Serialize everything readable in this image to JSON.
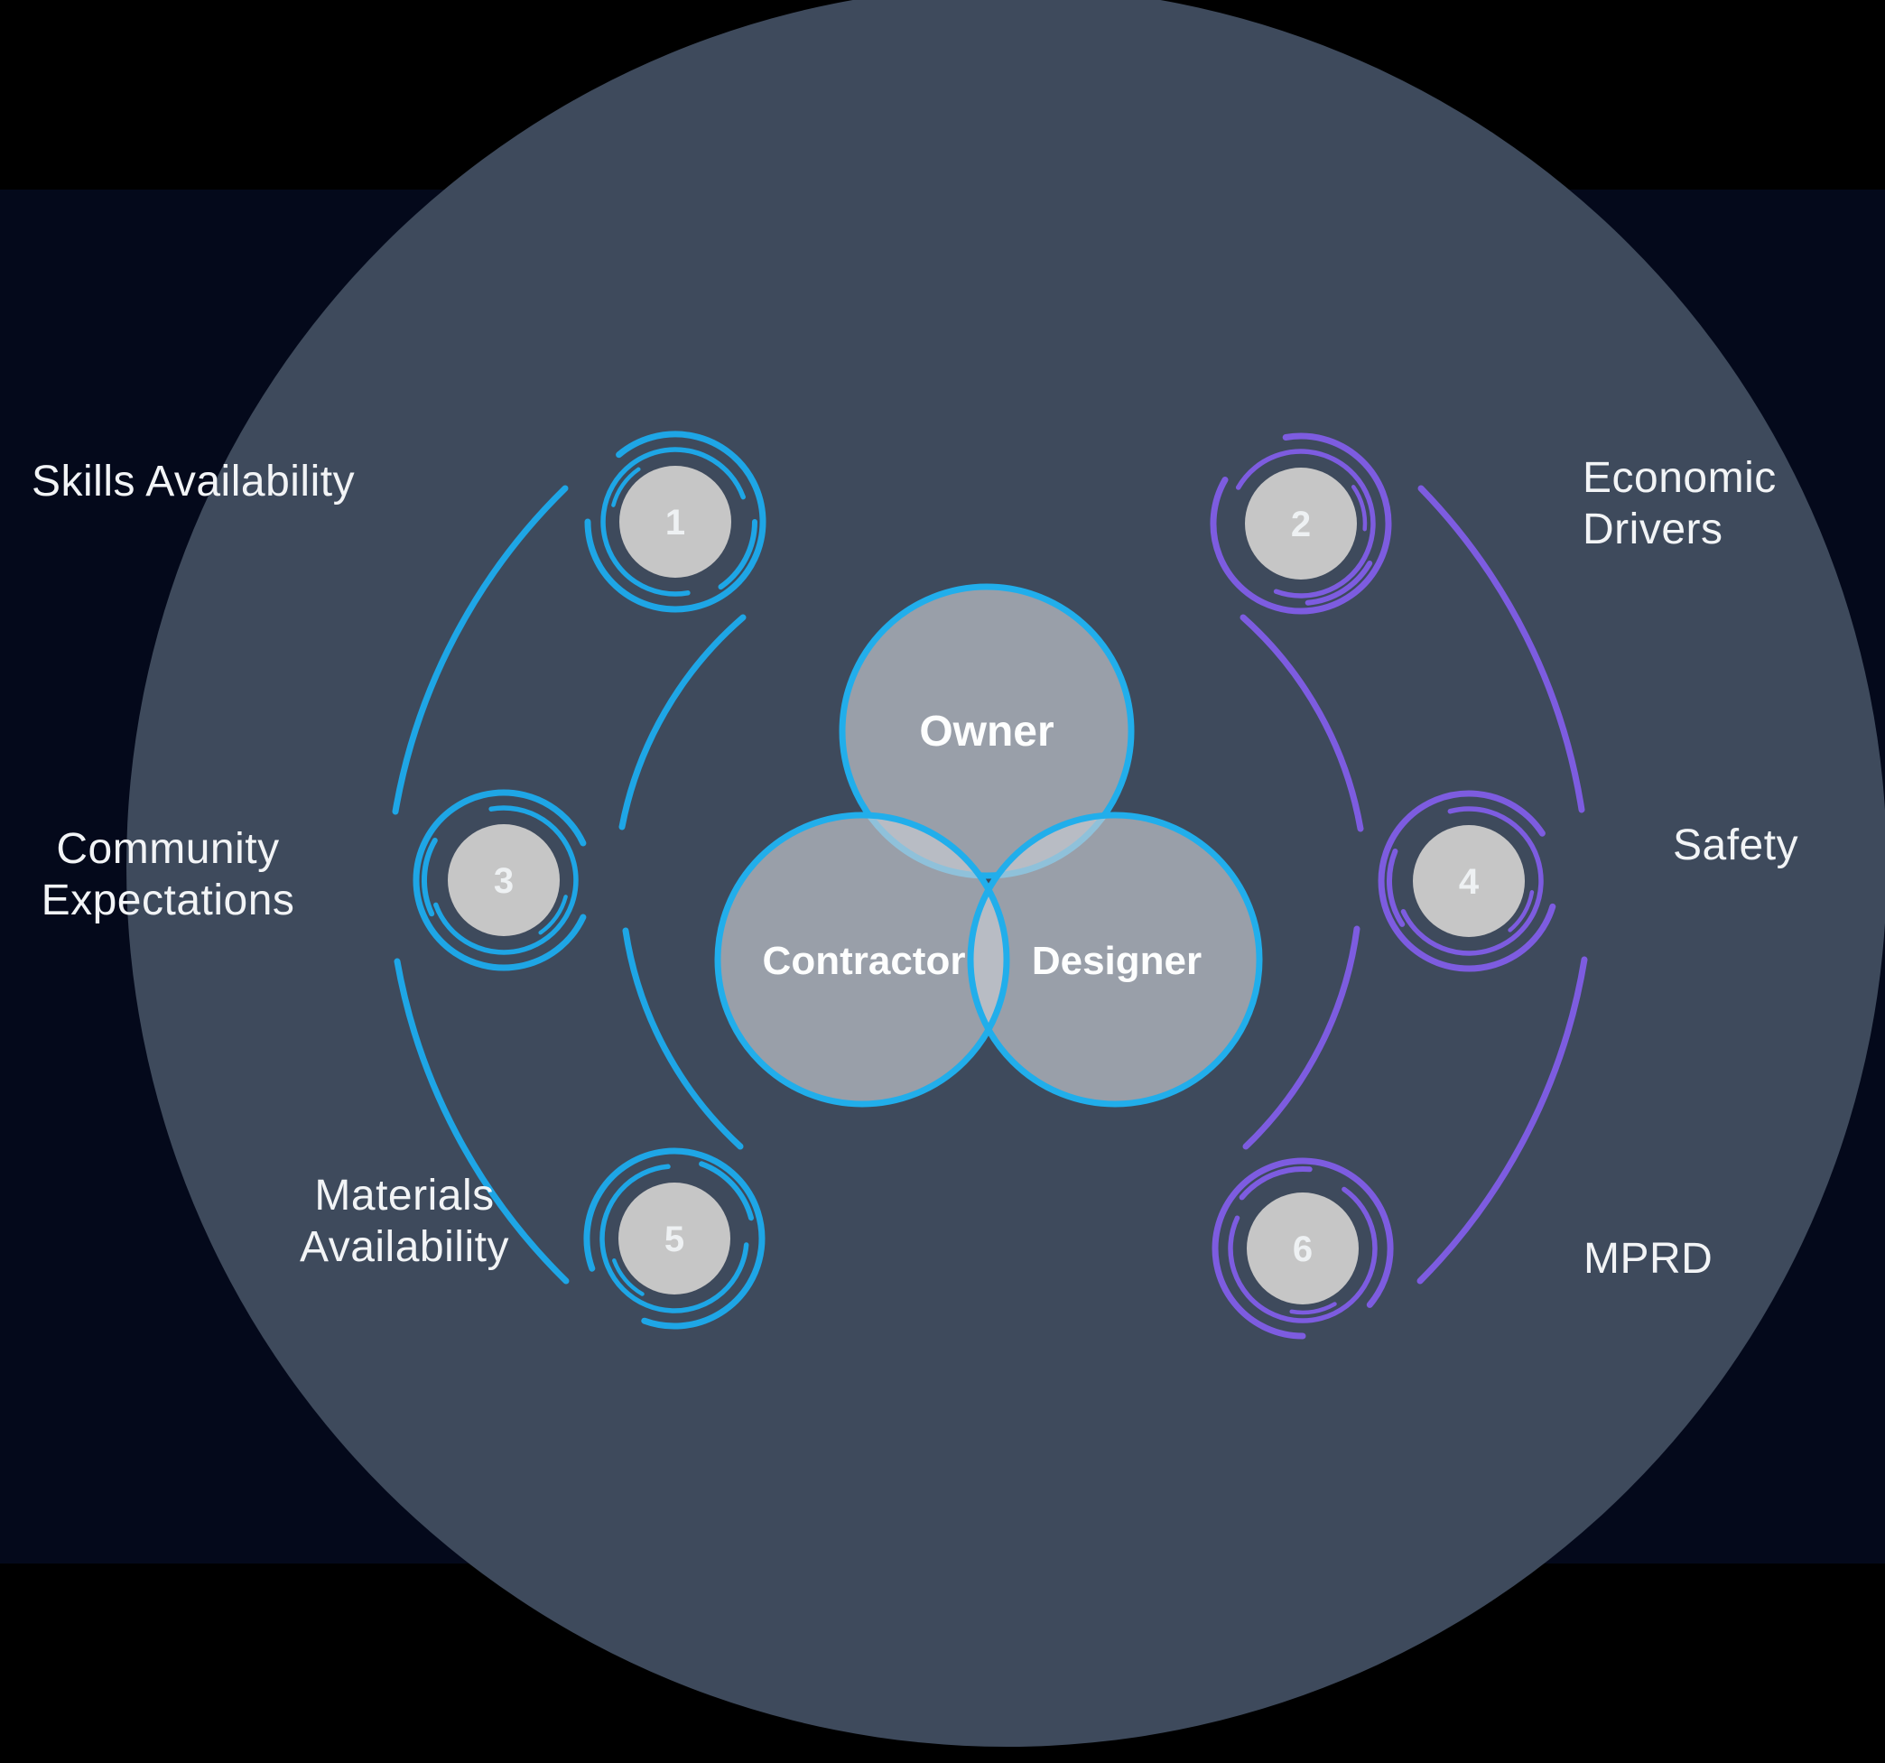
{
  "colors": {
    "background_black": "#000000",
    "background_navy": "#04091b",
    "stage_circle": "#3e4a5c",
    "blue": "#1ea6e6",
    "purple": "#7d5ce0",
    "node_fill": "#c6c6c6",
    "node_number_text": "#eef1f3",
    "venn_fill_rgba": "rgba(201,204,209,0.66)",
    "venn_stroke": "#21aeeb",
    "label_text": "#f2f4f6",
    "venn_label_text": "#fdfefe"
  },
  "venn": {
    "circles": [
      {
        "label": "Owner"
      },
      {
        "label": "Contractor"
      },
      {
        "label": "Designer"
      }
    ]
  },
  "factors": [
    {
      "number": "1",
      "label": "Skills Availability",
      "color": "blue"
    },
    {
      "number": "2",
      "label": "Economic\nDrivers",
      "color": "purple"
    },
    {
      "number": "3",
      "label": "Community\nExpectations",
      "color": "blue"
    },
    {
      "number": "4",
      "label": "Safety",
      "color": "purple"
    },
    {
      "number": "5",
      "label": "Materials\nAvailability",
      "color": "blue"
    },
    {
      "number": "6",
      "label": "MPRD",
      "color": "purple"
    }
  ]
}
